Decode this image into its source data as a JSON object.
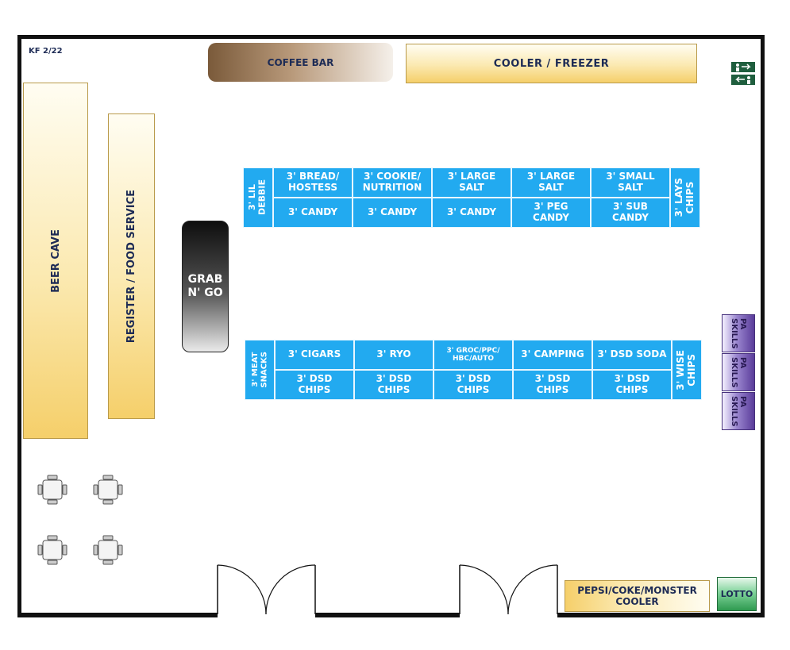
{
  "plan_id": "KF 2/22",
  "fixtures": {
    "coffee_bar": "COFFEE BAR",
    "cooler_freezer": "COOLER / FREEZER",
    "beer_cave": "BEER CAVE",
    "register": "REGISTER / FOOD SERVICE",
    "grab_n_go": "GRAB\nN' GO",
    "pepsi_cooler": "PEPSI/COKE/MONSTER\nCOOLER",
    "lotto": "LOTTO"
  },
  "top_gondola": {
    "left_end": "3' LIL\nDEBBIE",
    "right_end": "3' LAYS\nCHIPS",
    "row1": [
      "3' BREAD/\nHOSTESS",
      "3' COOKIE/\nNUTRITION",
      "3' LARGE\nSALT",
      "3' LARGE\nSALT",
      "3' SMALL\nSALT"
    ],
    "row2": [
      "3' CANDY",
      "3' CANDY",
      "3' CANDY",
      "3' PEG\nCANDY",
      "3' SUB\nCANDY"
    ]
  },
  "bottom_gondola": {
    "left_end": "3' MEAT\nSNACKS",
    "right_end": "3' WISE\nCHIPS",
    "row1": [
      "3' CIGARS",
      "3' RYO",
      "3' GROC/PPC/\nHBC/AUTO",
      "3' CAMPING",
      "3' DSD SODA"
    ],
    "row2": [
      "3' DSD\nCHIPS",
      "3' DSD\nCHIPS",
      "3' DSD\nCHIPS",
      "3' DSD\nCHIPS",
      "3' DSD\nCHIPS"
    ]
  },
  "pa_skills": [
    "PA\nSKILLS",
    "PA\nSKILLS",
    "PA\nSKILLS"
  ],
  "icons": [
    "restroom-sign-icon",
    "table-with-chairs-icon",
    "double-door-icon"
  ],
  "colors": {
    "shelf": "#22aaf0",
    "wall": "#111111",
    "lotto": "#2f9a50"
  }
}
